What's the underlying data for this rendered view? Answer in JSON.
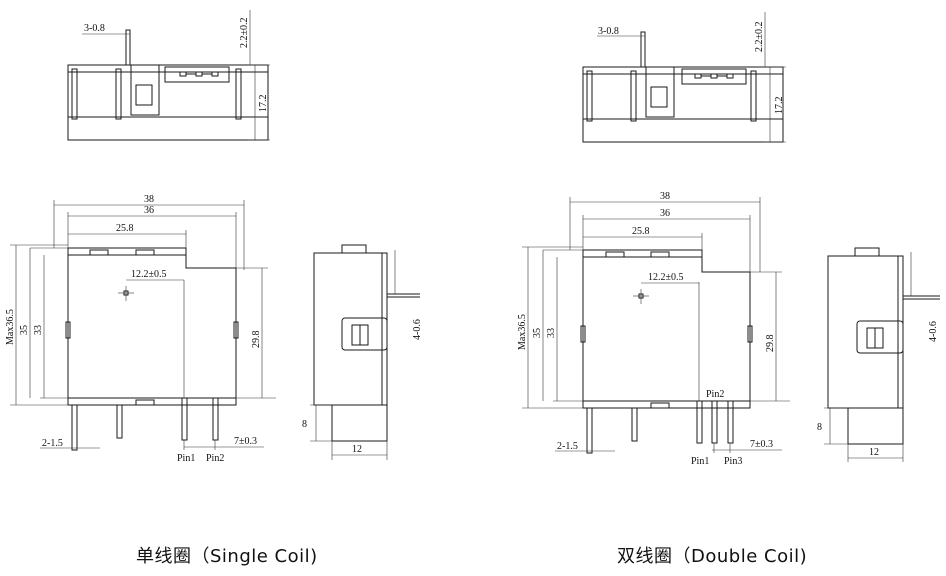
{
  "common": {
    "pin_pitch": "3-0.8",
    "tab_height": "2.2±0.2",
    "top_height": "17.2",
    "width_38": "38",
    "width_36": "36",
    "width_25_8": "25.8",
    "center_offset": "12.2±0.5",
    "max_height": "Max36.5",
    "height_35": "35",
    "height_33": "33",
    "height_29_8": "29.8",
    "pin_width": "2-1.5",
    "pin_spacing": "7±0.3",
    "side_pin": "4-0.6",
    "side_8": "8",
    "side_12": "12"
  },
  "single": {
    "caption": "单线圈（Single Coil)",
    "pin_a": "Pin1",
    "pin_b": "Pin2"
  },
  "double": {
    "caption": "双线圈（Double Coil)",
    "pin_a": "Pin1",
    "pin_b": "Pin2",
    "pin_c": "Pin3"
  }
}
